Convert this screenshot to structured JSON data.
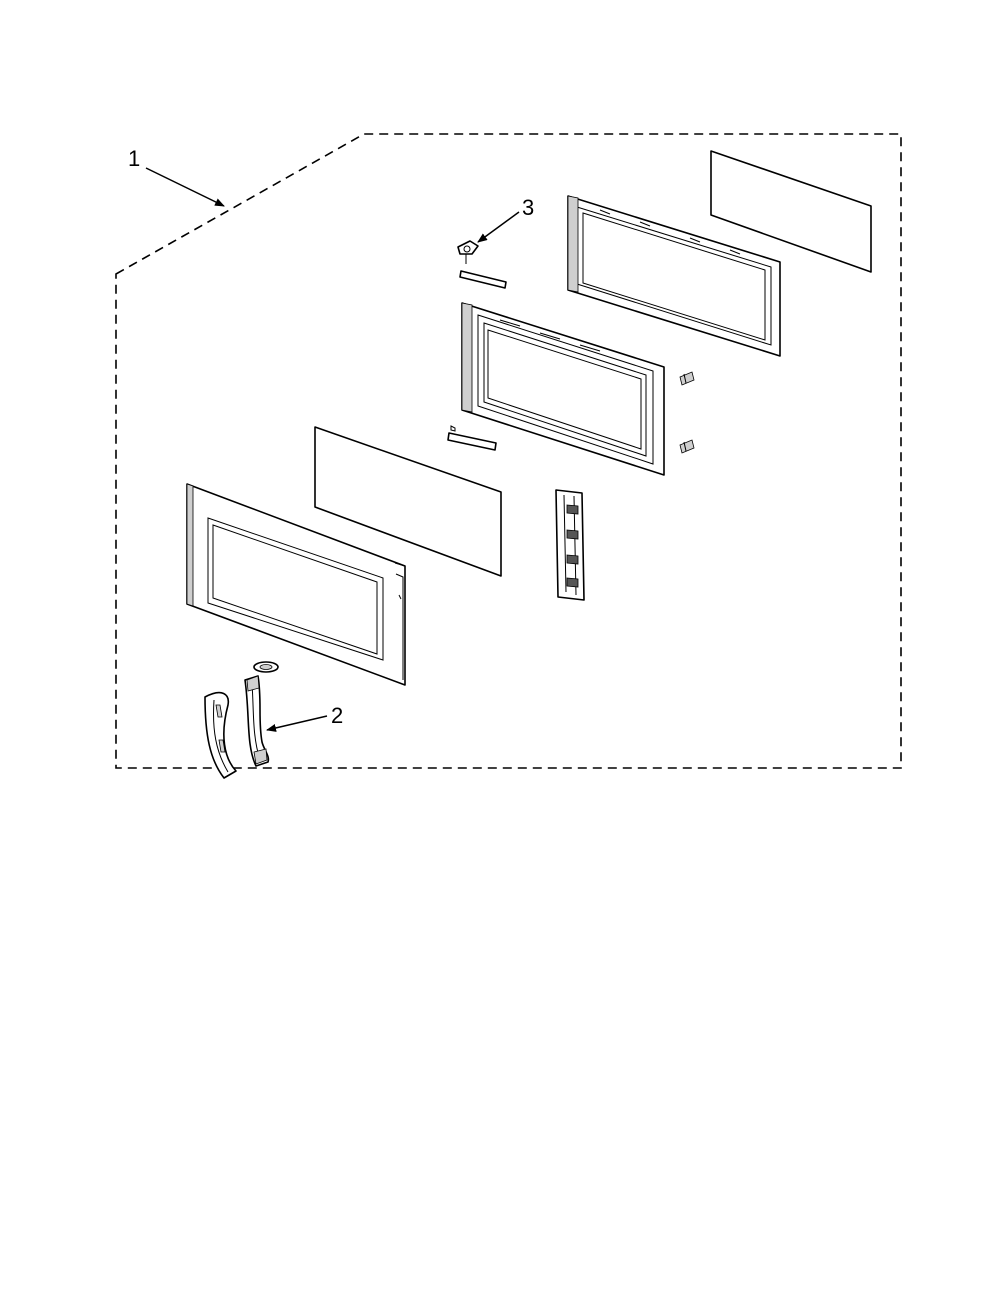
{
  "callouts": [
    {
      "id": "1",
      "label": "1"
    },
    {
      "id": "2",
      "label": "2"
    },
    {
      "id": "3",
      "label": "3"
    }
  ],
  "colors": {
    "line": "#000000",
    "shade": "#cfcfcf",
    "background": "#ffffff"
  }
}
